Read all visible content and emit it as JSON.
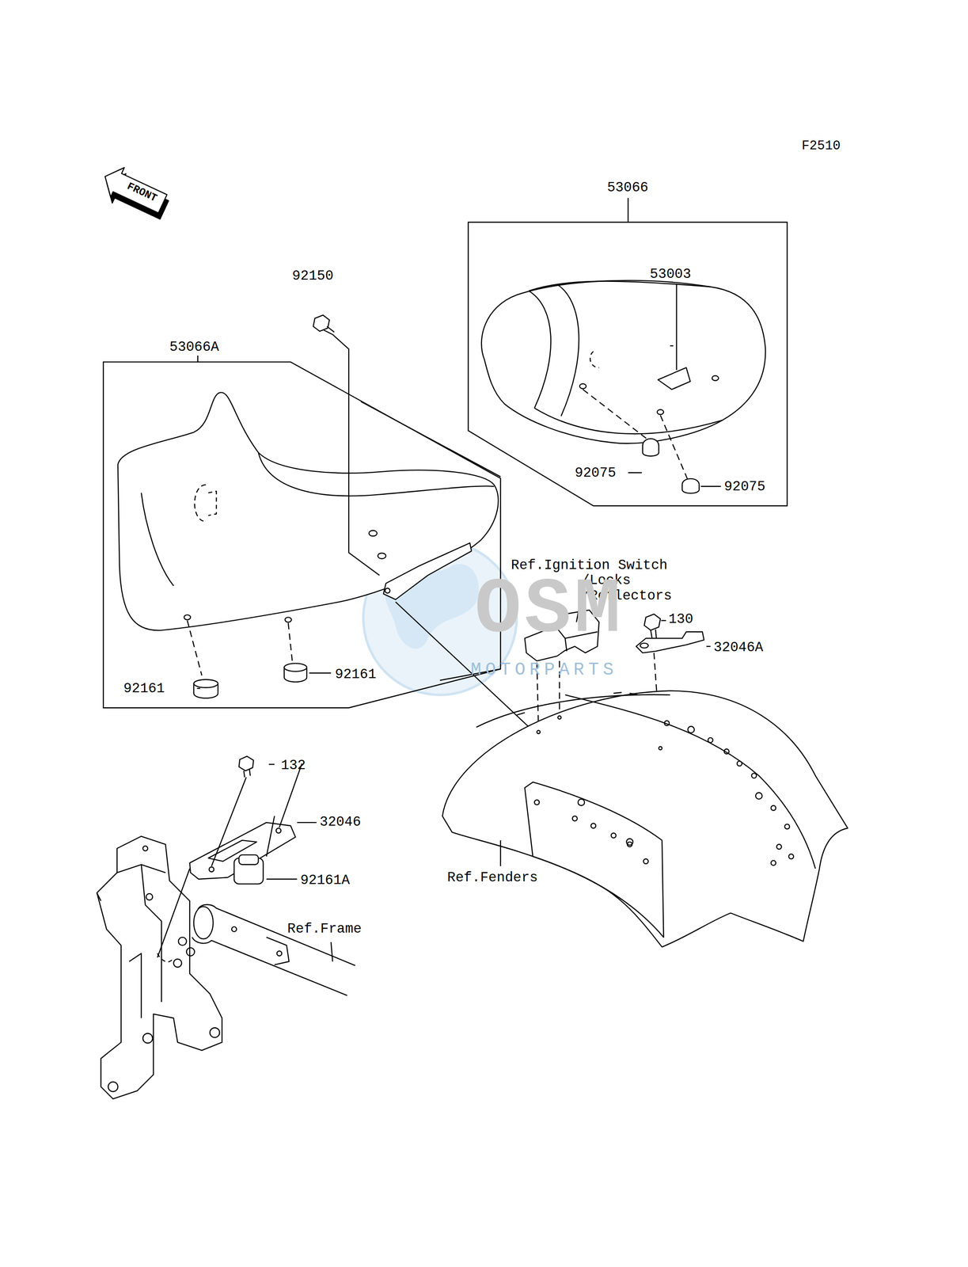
{
  "diagram": {
    "nodes": [
      {
        "text": [
          "53066A"
        ]
      },
      {
        "text": [
          "53066"
        ]
      }
    ],
    "labels": [
      "F2510",
      "FRONT",
      "92150",
      "53003",
      "92075",
      "92075",
      "Ref.Ignition Switch /Locks /Reflectors",
      "130",
      "32046A",
      "92161",
      "92161",
      "132",
      "32046",
      "92161A",
      "Ref.Frame",
      "Ref.Fenders",
      "OSM",
      "MOTORPARTS"
    ]
  }
}
